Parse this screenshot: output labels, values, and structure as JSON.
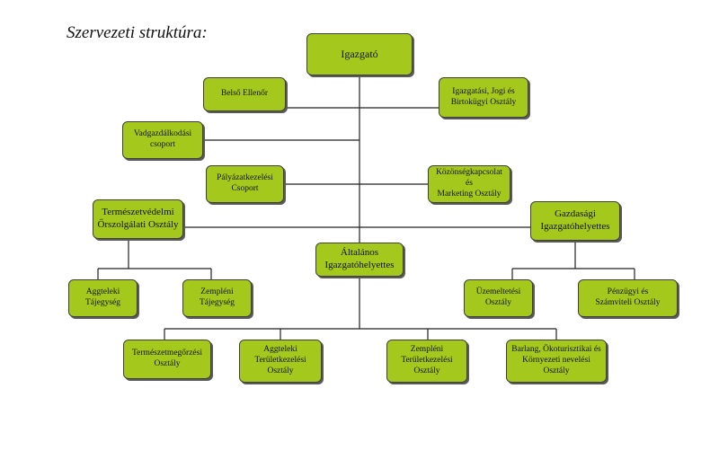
{
  "title": "Szervezeti struktúra:",
  "nodes": {
    "igazgato": "Igazgató",
    "belso_ellenor": "Belső Ellenőr",
    "igazgatasi": "Igazgatási, Jogi és\nBirtokügyi Osztály",
    "vadgazdalkodasi": "Vadgazdálkodási\ncsoport",
    "palyazatkezelesi": "Pályázatkezelési\nCsoport",
    "kozossegkapcsolat": "Közönségkapcsolat és\nMarketing Osztály",
    "termeszetvedelmi": "Természetvédelmi\nŐrszolgálati Osztály",
    "gazdasagi": "Gazdasági\nIgazgatóhelyettes",
    "altalanos": "Általános\nIgazgatóhelyettes",
    "aggteleki_taj": "Aggteleki\nTájegység",
    "zempleni_taj": "Zempléni\nTájegység",
    "uzemeltetesi": "Üzemeltetési\nOsztály",
    "penzugyi": "Pénzügyi és\nSzámviteli Osztály",
    "termeszetmegorzesi": "Természetmegőrzési\nOsztály",
    "aggteleki_ter": "Aggteleki\nTerületkezelési\nOsztály",
    "zempleni_ter": "Zempléni\nTerületkezelési\nOsztály",
    "barlang": "Barlang, Ökoturisztikai és\nKörnyezeti nevelési\nOsztály"
  },
  "colors": {
    "box": "#a5c81c",
    "line": "#222222"
  }
}
